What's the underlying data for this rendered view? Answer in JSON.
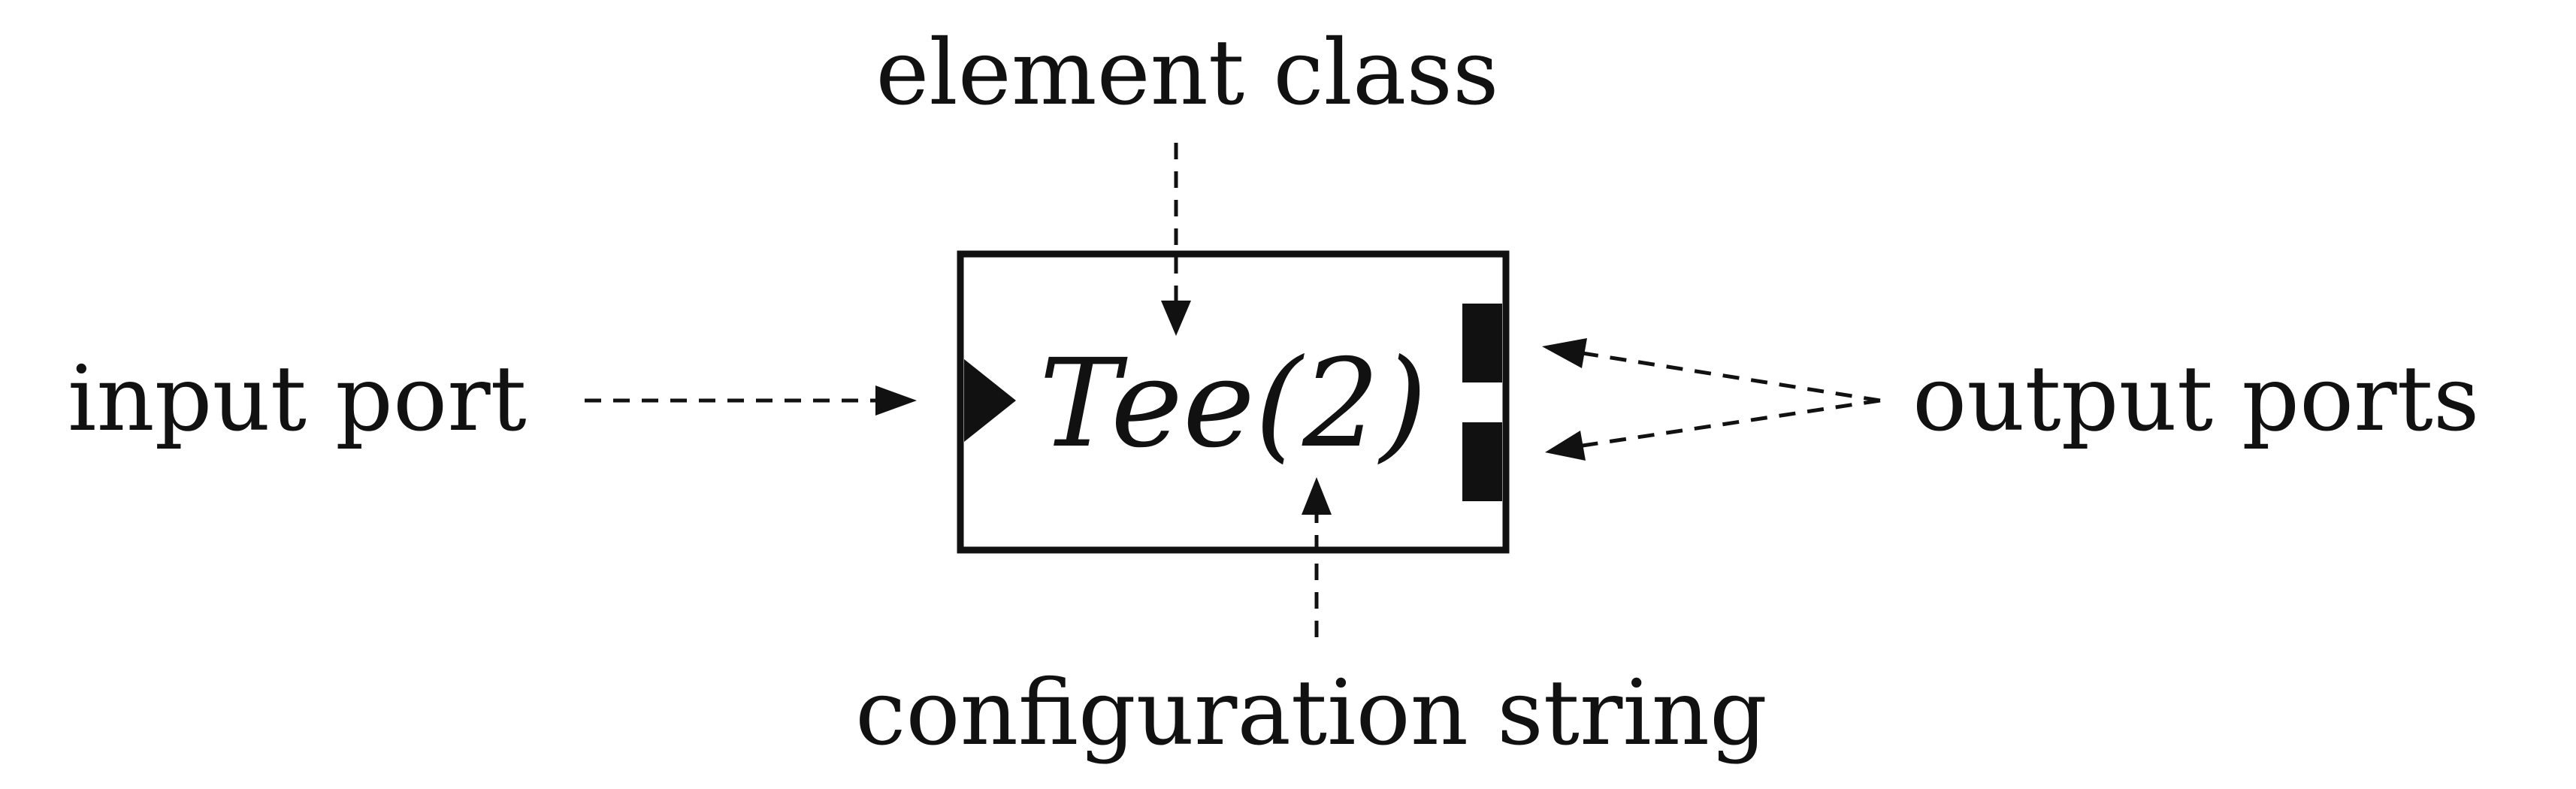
{
  "diagram": {
    "element_class_label": "element class",
    "input_port_label": "input port",
    "output_ports_label": "output ports",
    "configuration_string_label": "configuration string",
    "element_name": "Tee(2)"
  },
  "colors": {
    "ink": "#111111",
    "background": "#ffffff"
  }
}
